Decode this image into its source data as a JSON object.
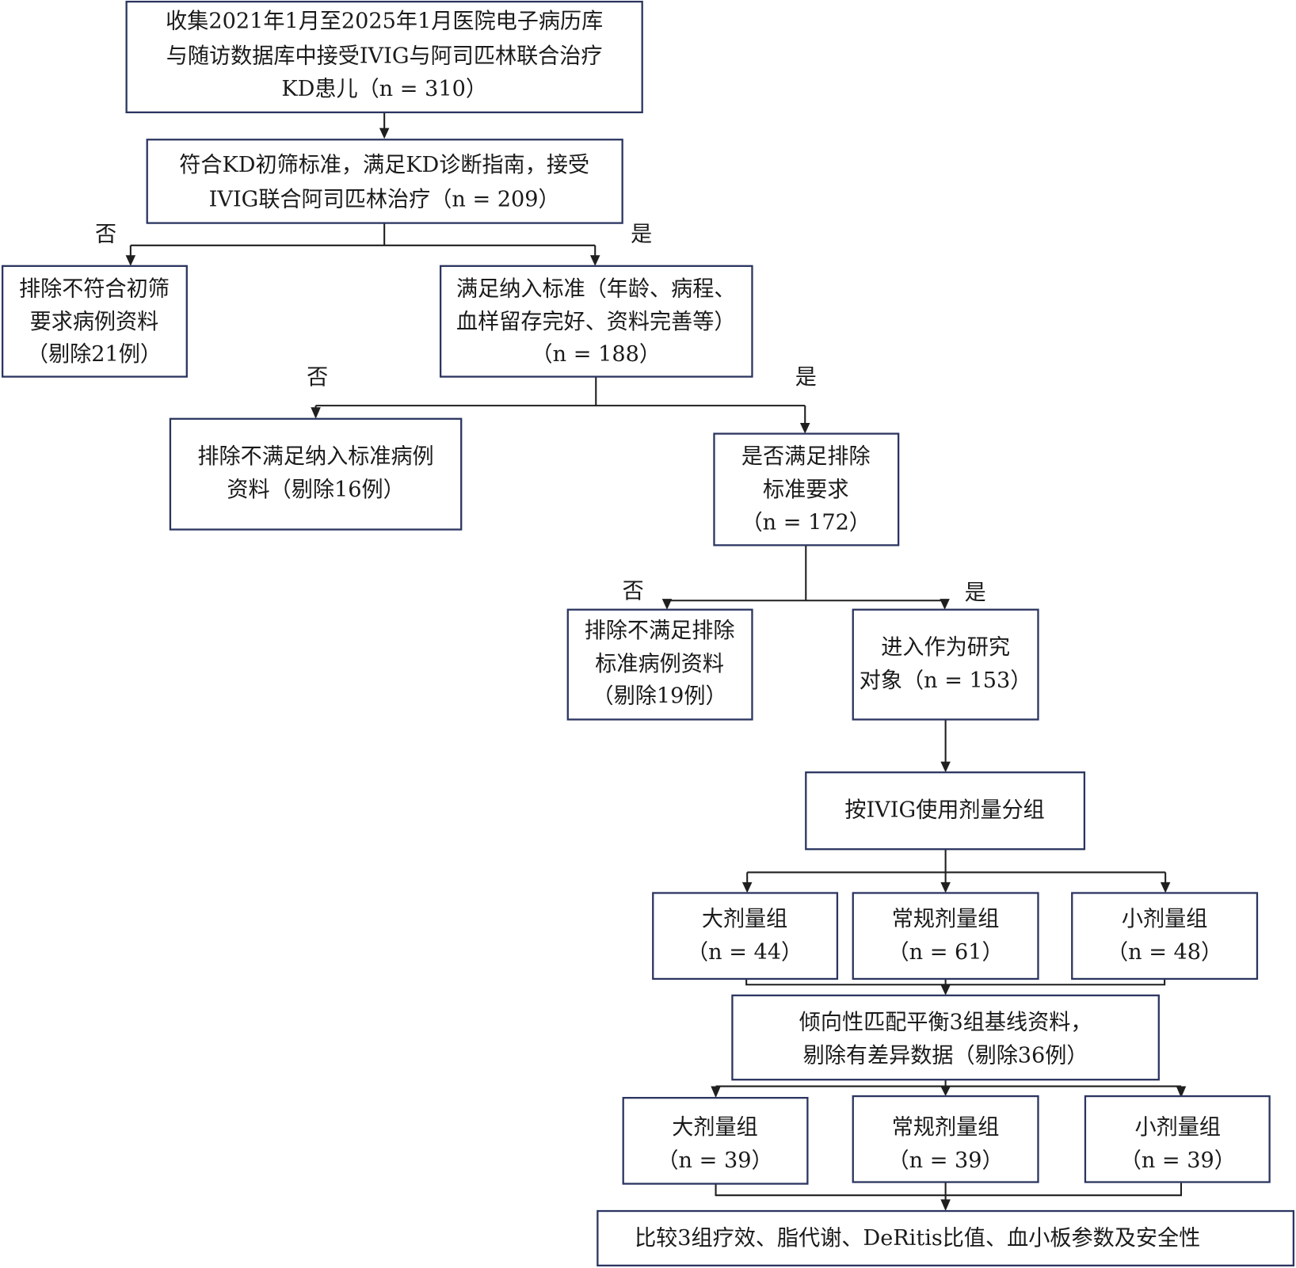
{
  "diagram": {
    "type": "flowchart",
    "colors": {
      "box_border": "#2b3560",
      "line": "#1f1f1f",
      "text": "#1a1a1a",
      "background": "#ffffff"
    },
    "branch_labels": {
      "no": "否",
      "yes": "是"
    },
    "nodes": {
      "collect": {
        "lines": [
          "收集2021年1月至2025年1月医院电子病历库",
          "与随访数据库中接受IVIG与阿司匹林联合治疗",
          "KD患儿（n = 310）"
        ]
      },
      "screen": {
        "lines": [
          "符合KD初筛标准，满足KD诊断指南，接受",
          "IVIG联合阿司匹林治疗（n = 209）"
        ]
      },
      "exclude1": {
        "lines": [
          "排除不符合初筛",
          "要求病例资料",
          "（剔除21例）"
        ]
      },
      "include": {
        "lines": [
          "满足纳入标准（年龄、病程、",
          "血样留存完好、资料完善等）",
          "（n = 188）"
        ]
      },
      "exclude2": {
        "lines": [
          "排除不满足纳入标准病例",
          "资料（剔除16例）"
        ]
      },
      "exclusion_check": {
        "lines": [
          "是否满足排除",
          "标准要求",
          "（n = 172）"
        ]
      },
      "exclude3": {
        "lines": [
          "排除不满足排除",
          "标准病例资料",
          "（剔除19例）"
        ]
      },
      "subjects": {
        "lines": [
          "进入作为研究",
          "对象（n = 153）"
        ]
      },
      "grouping": {
        "lines": [
          "按IVIG使用剂量分组"
        ]
      },
      "high_dose_1": {
        "lines": [
          "大剂量组",
          "（n = 44）"
        ]
      },
      "regular_dose_1": {
        "lines": [
          "常规剂量组",
          "（n = 61）"
        ]
      },
      "low_dose_1": {
        "lines": [
          "小剂量组",
          "（n = 48）"
        ]
      },
      "psm": {
        "lines": [
          "倾向性匹配平衡3组基线资料，",
          "剔除有差异数据（剔除36例）"
        ]
      },
      "high_dose_2": {
        "lines": [
          "大剂量组",
          "（n = 39）"
        ]
      },
      "regular_dose_2": {
        "lines": [
          "常规剂量组",
          "（n = 39）"
        ]
      },
      "low_dose_2": {
        "lines": [
          "小剂量组",
          "（n = 39）"
        ]
      },
      "compare": {
        "lines": [
          "比较3组疗效、脂代谢、DeRitis比值、血小板参数及安全性"
        ]
      }
    },
    "edges": [
      {
        "from": "collect",
        "to": "screen"
      },
      {
        "from": "screen",
        "to": "exclude1",
        "label": "否"
      },
      {
        "from": "screen",
        "to": "include",
        "label": "是"
      },
      {
        "from": "include",
        "to": "exclude2",
        "label": "否"
      },
      {
        "from": "include",
        "to": "exclusion_check",
        "label": "是"
      },
      {
        "from": "exclusion_check",
        "to": "exclude3",
        "label": "否"
      },
      {
        "from": "exclusion_check",
        "to": "subjects",
        "label": "是"
      },
      {
        "from": "subjects",
        "to": "grouping"
      },
      {
        "from": "grouping",
        "to": "high_dose_1"
      },
      {
        "from": "grouping",
        "to": "regular_dose_1"
      },
      {
        "from": "grouping",
        "to": "low_dose_1"
      },
      {
        "from": "high_dose_1",
        "to": "psm"
      },
      {
        "from": "regular_dose_1",
        "to": "psm"
      },
      {
        "from": "low_dose_1",
        "to": "psm"
      },
      {
        "from": "psm",
        "to": "high_dose_2"
      },
      {
        "from": "psm",
        "to": "regular_dose_2"
      },
      {
        "from": "psm",
        "to": "low_dose_2"
      },
      {
        "from": "high_dose_2",
        "to": "compare"
      },
      {
        "from": "regular_dose_2",
        "to": "compare"
      },
      {
        "from": "low_dose_2",
        "to": "compare"
      }
    ]
  }
}
